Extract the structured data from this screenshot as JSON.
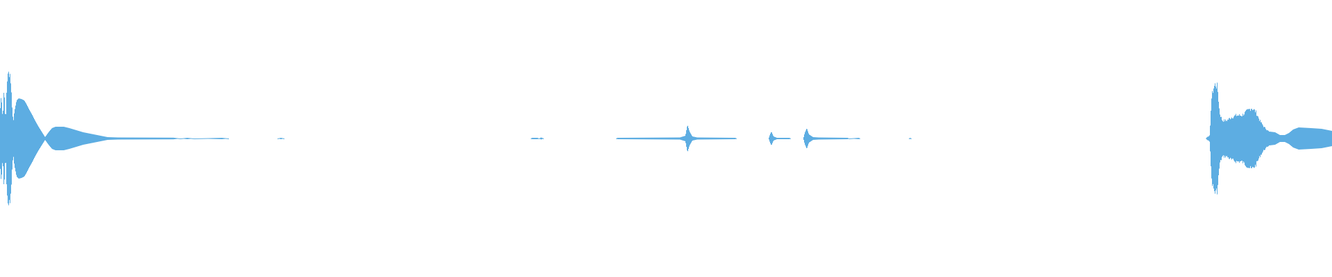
{
  "chart_data": {
    "type": "waveform",
    "title": "",
    "xlabel": "",
    "ylabel": "",
    "ylim": [
      -1,
      1
    ],
    "grid": false,
    "axes_visible": false,
    "legend": "none",
    "series": [
      {
        "segments": [
          {
            "label": "",
            "description_none": true
          }
        ]
      }
    ]
  },
  "colors": {
    "background": "#ffffff",
    "waveform": "#5dade2"
  }
}
